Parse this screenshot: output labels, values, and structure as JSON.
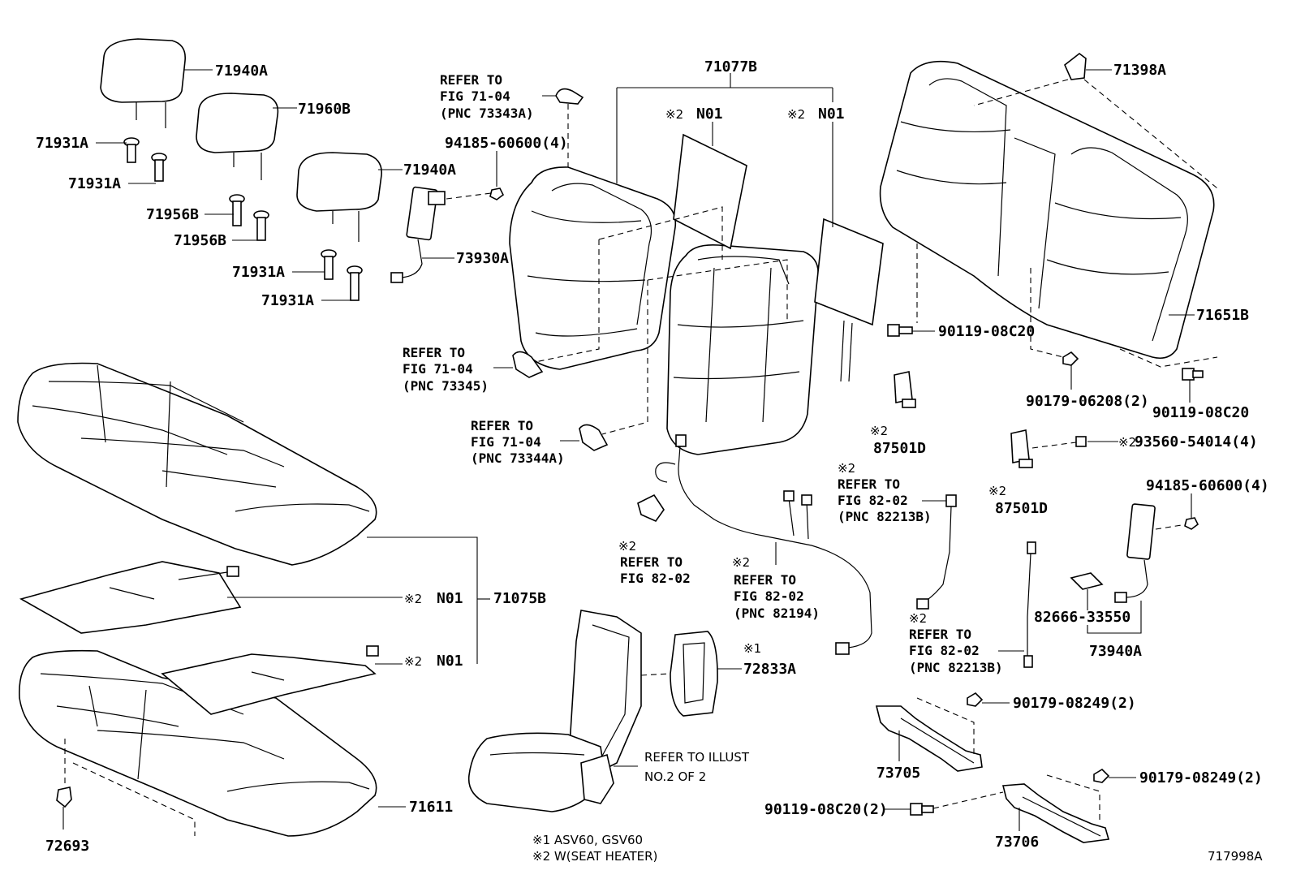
{
  "callouts": {
    "hr1": "71940A",
    "hr2": "71960B",
    "hr3": "71940A",
    "g1": "71931A",
    "g2": "71931A",
    "g3": "71956B",
    "g4": "71956B",
    "g5": "71931A",
    "g6": "71931A",
    "airbag_l": "73930A",
    "nut1": "94185-60600(4)",
    "back_assy": "71077B",
    "n01_a": "N01",
    "n01_b": "N01",
    "right_back": "71651B",
    "clip_top": "71398A",
    "bolt1": "90119-08C20",
    "nut_mid": "90179-06208(2)",
    "bolt2": "90119-08C20",
    "sensor1": "87501D",
    "screw": "93560-54014(4)",
    "sensor2": "87501D",
    "nut2": "94185-60600(4)",
    "bracket": "82666-33550",
    "airbag_r": "73940A",
    "cushion_assy": "71075B",
    "n01_c": "N01",
    "n01_d": "N01",
    "cushion_pad": "71611",
    "clip_bottom": "72693",
    "armrest_lid": "72833A",
    "nut3": "90179-08249(2)",
    "nut4": "90179-08249(2)",
    "hinge1": "73705",
    "hinge2": "73706",
    "bolt3": "90119-08C20(2)",
    "diagram_id": "717998A"
  },
  "marks": {
    "note2": "※2",
    "note1": "※1"
  },
  "refs": {
    "r1": [
      "REFER TO",
      "FIG 71-04",
      "(PNC 73343A)"
    ],
    "r2": [
      "REFER TO",
      "FIG 71-04",
      "(PNC 73345)"
    ],
    "r3": [
      "REFER TO",
      "FIG 71-04",
      "(PNC 73344A)"
    ],
    "r4": [
      "REFER TO",
      "FIG 82-02"
    ],
    "r5": [
      "REFER TO",
      "FIG 82-02",
      "(PNC 82194)"
    ],
    "r6": [
      "REFER TO",
      "FIG 82-02",
      "(PNC 82213B)"
    ],
    "r7": [
      "REFER TO",
      "FIG 82-02",
      "(PNC 82213B)"
    ],
    "r8": [
      "REFER TO ILLUST",
      "NO.2 OF 2"
    ]
  },
  "footnotes": {
    "f1": "※1 ASV60, GSV60",
    "f2": "※2 W(SEAT HEATER)"
  }
}
